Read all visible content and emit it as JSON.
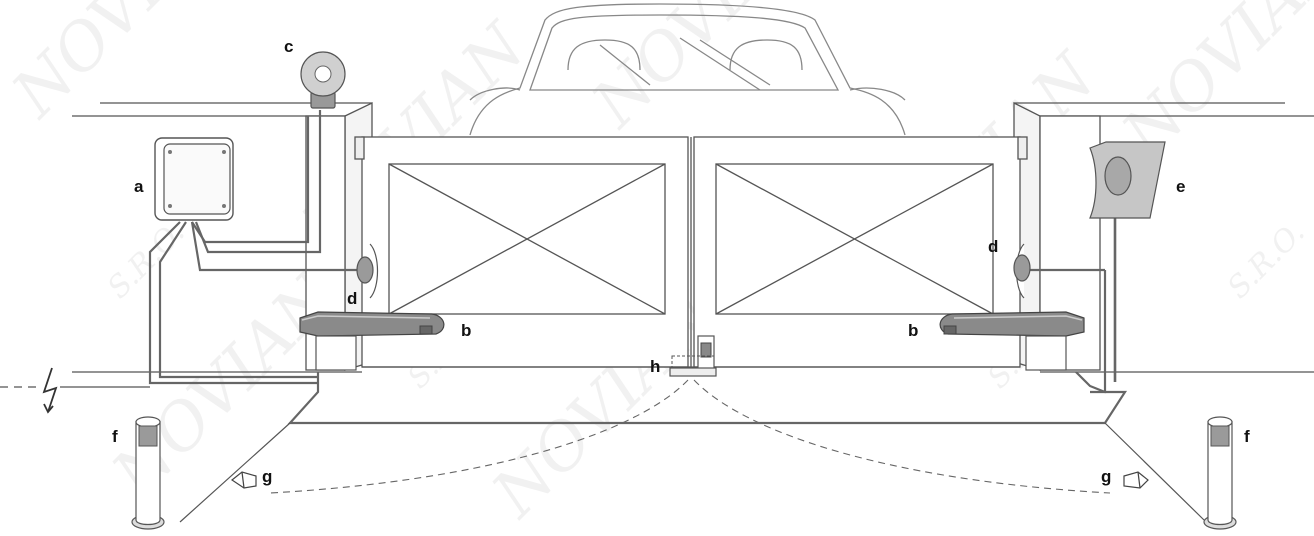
{
  "diagram": {
    "labels": {
      "a": "a",
      "b_left": "b",
      "b_right": "b",
      "c": "c",
      "d_left": "d",
      "d_right": "d",
      "e": "e",
      "f_left": "f",
      "f_right": "f",
      "g_left": "g",
      "g_right": "g",
      "h": "h"
    },
    "watermark": {
      "word": "NOVIAN",
      "suffix": "S.R.O."
    },
    "colors": {
      "line": "#555555",
      "cable": "#666666",
      "motor_dark": "#777777",
      "lamp": "#b5b5b5",
      "watermark": "#f1f1f1"
    }
  }
}
